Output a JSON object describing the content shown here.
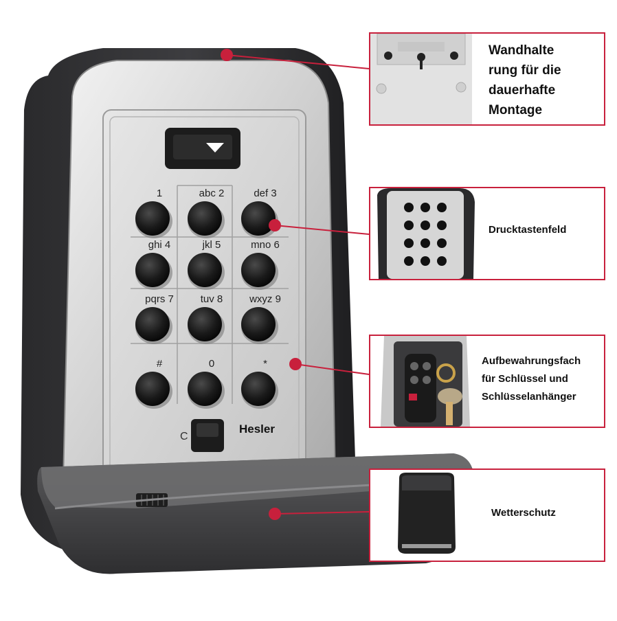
{
  "device": {
    "brand": "Hesler",
    "clear_key_label": "C",
    "keys": [
      {
        "label": "1"
      },
      {
        "label": "abc  2"
      },
      {
        "label": "def  3"
      },
      {
        "label": "ghi  4"
      },
      {
        "label": "jkl  5"
      },
      {
        "label": "mno  6"
      },
      {
        "label": "pqrs  7"
      },
      {
        "label": "tuv  8"
      },
      {
        "label": "wxyz  9"
      },
      {
        "label": "#"
      },
      {
        "label": "0"
      },
      {
        "label": "*"
      }
    ]
  },
  "callouts": [
    {
      "id": "wall-mount",
      "text_lines": [
        "Wandhalte",
        "rung für die",
        "dauerhafte",
        "Montage"
      ]
    },
    {
      "id": "keypad",
      "text_lines": [
        "Drucktastenfeld"
      ]
    },
    {
      "id": "storage",
      "text_lines": [
        "Aufbewahrungsfach",
        "für Schlüssel und",
        "Schlüsselanhänger"
      ]
    },
    {
      "id": "weather",
      "text_lines": [
        "Wetterschutz"
      ]
    }
  ],
  "accent_color": "#c8203c"
}
